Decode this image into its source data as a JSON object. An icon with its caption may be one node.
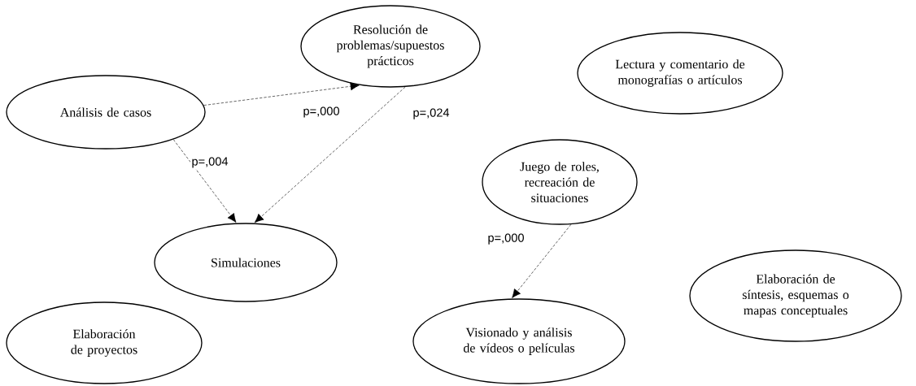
{
  "diagram": {
    "nodes": [
      {
        "text": [
          "Análisis de casos"
        ]
      },
      {
        "text": [
          "Resolución de problemas/supuestos prácticos"
        ]
      },
      {
        "text": [
          "Lectura y comentario de monografías o artículos"
        ]
      },
      {
        "text": [
          "Juego de roles, recreación de situaciones"
        ]
      },
      {
        "text": [
          "Simulaciones"
        ]
      },
      {
        "text": [
          "Visionado y análisis de vídeos o películas"
        ]
      },
      {
        "text": [
          "Elaboración de síntesis, esquemas o mapas conceptuales"
        ]
      },
      {
        "text": [
          "Elaboración de proyectos"
        ]
      }
    ],
    "edges": [
      {
        "from": 0,
        "to": 1,
        "arrow": "to",
        "label": "p=,000",
        "style": "dashed"
      },
      {
        "from": 0,
        "to": 4,
        "arrow": "to",
        "label": "p=,004",
        "style": "dashed"
      },
      {
        "from": 1,
        "to": 4,
        "arrow": "to",
        "label": "p=,024",
        "style": "dashed"
      },
      {
        "from": 3,
        "to": 5,
        "arrow": "to",
        "label": "p=,000",
        "style": "dashed"
      }
    ]
  }
}
